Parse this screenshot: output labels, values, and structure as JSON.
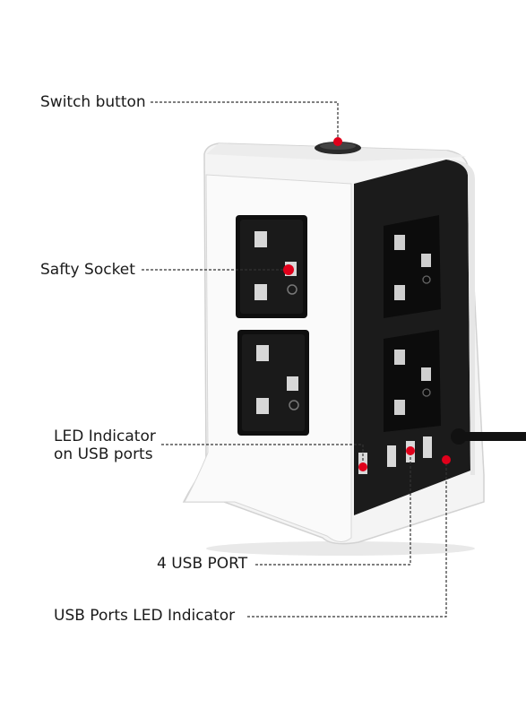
{
  "labels": {
    "switch_button": "Switch button",
    "safety_socket": "Safty Socket",
    "led_indicator_line1": "LED Indicator",
    "led_indicator_line2": "on USB ports",
    "usb_port": "4 USB PORT",
    "usb_ports_led": "USB Ports LED Indicator"
  },
  "colors": {
    "body_white": "#f4f4f4",
    "face_black": "#1b1b1b",
    "socket_plate": "#0f0f0f",
    "marker_red": "#e0001b",
    "leader_line": "#333333"
  }
}
